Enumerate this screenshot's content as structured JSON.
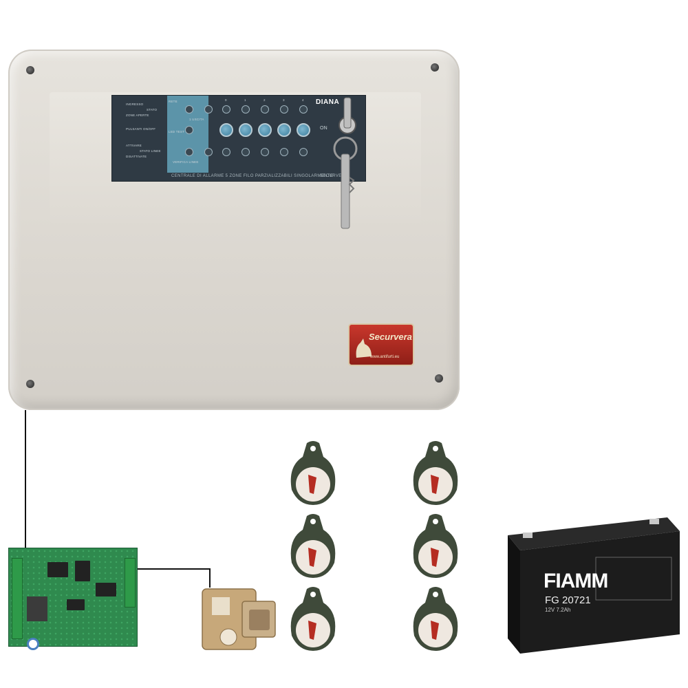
{
  "panel": {
    "brand": "DIANA",
    "switch_label": "ON",
    "bottom_caption": "CENTRALE DI ALLARME 5 ZONE FILO PARZIALIZZABILI SINGOLARMENTE",
    "bottom_brand": "SECURVERA",
    "top_numbers": [
      "0",
      "1",
      "2",
      "3",
      "4"
    ],
    "left_labels": [
      "INGRESSO",
      "STATO",
      "ZONE APERTE",
      "PULSANTI ON/OFF",
      "ATTIVARE",
      "STATO LINEE",
      "DISATTIVATE"
    ],
    "mid_labels": [
      "RETE",
      "LED TEST",
      "1 USCITA",
      "VERIFICA LINEE"
    ]
  },
  "logo": {
    "name": "Securvera",
    "url": "www.antifurti.eu"
  },
  "battery": {
    "brand": "FIAMM",
    "model": "FG 20721",
    "rating": "12V 7.2Ah"
  },
  "colors": {
    "box": "#dcd8d1",
    "panel": "#2f3a44",
    "panel_accent": "#5c94a9",
    "logo_red": "#b52d22",
    "pcb_green": "#2f8a4e",
    "battery": "#1c1c1c"
  }
}
